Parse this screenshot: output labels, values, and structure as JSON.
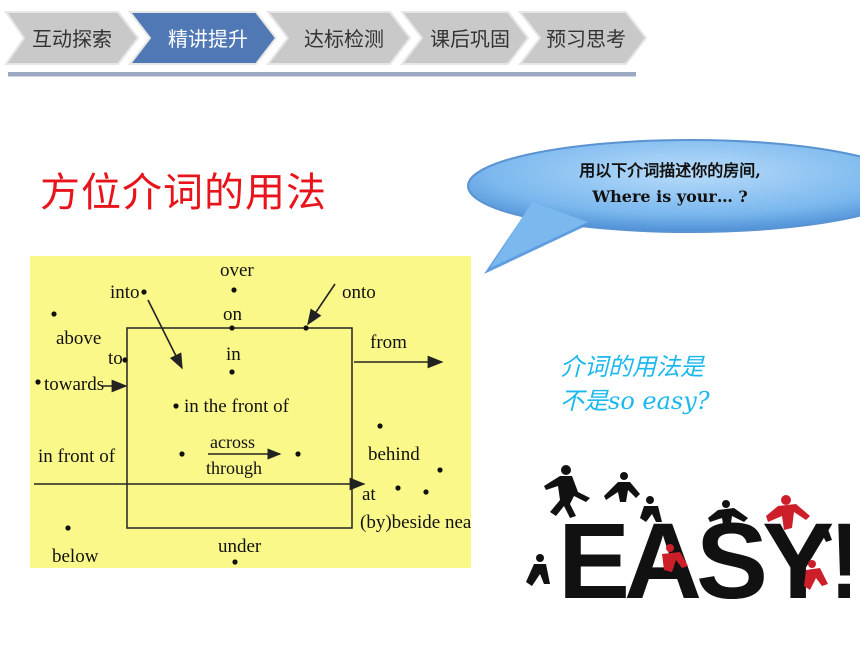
{
  "nav": {
    "tabs": [
      {
        "label": "互动探索",
        "active": false
      },
      {
        "label": "精讲提升",
        "active": true
      },
      {
        "label": "达标检测",
        "active": false
      },
      {
        "label": "课后巩固",
        "active": false
      },
      {
        "label": "预习思考",
        "active": false
      }
    ],
    "colors": {
      "inactive": "#c9c9c9",
      "active": "#4f78b4",
      "text_inactive": "#333333",
      "text_active": "#ffffff"
    }
  },
  "title": "方位介词的用法",
  "bubble": {
    "line1": "用以下介词描述你的房间,",
    "line2": "Where is your… ?"
  },
  "prepositions": {
    "over": "over",
    "into": "into",
    "onto": "onto",
    "on": "on",
    "above": "above",
    "to": "to",
    "in": "in",
    "from": "from",
    "towards": "towards",
    "in_the_front_of": "in the front of",
    "across": "across",
    "through": "through",
    "in_front_of": "in front of",
    "behind": "behind",
    "at": "at",
    "beside_near": "(by)beside near",
    "under": "under",
    "below": "below"
  },
  "side_question": {
    "line1": "介词的用法是",
    "line2_cn": "不是",
    "line2_en": "so easy?"
  },
  "easy_logo": {
    "text": "EASY!"
  }
}
